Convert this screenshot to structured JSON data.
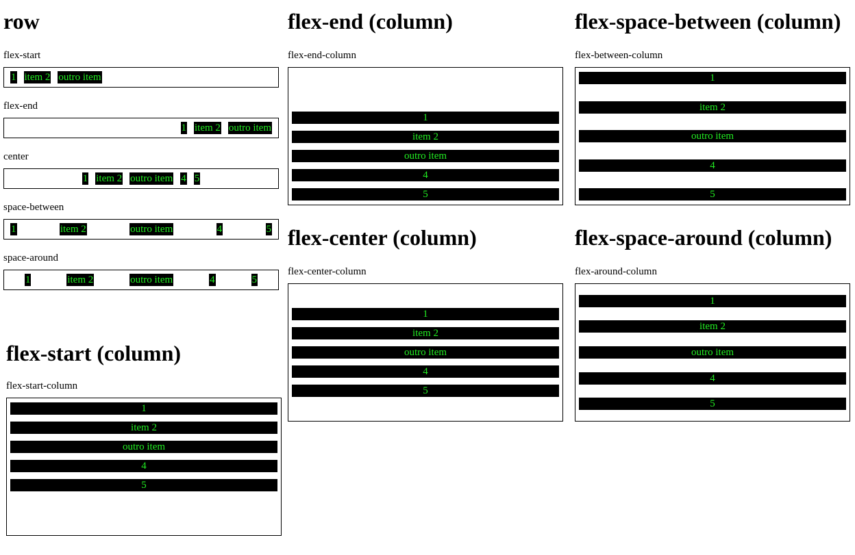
{
  "row": {
    "title": "row",
    "groups": [
      {
        "label": "flex-start",
        "items": [
          "1",
          "item 2",
          "outro item"
        ]
      },
      {
        "label": "flex-end",
        "items": [
          "1",
          "item 2",
          "outro item"
        ]
      },
      {
        "label": "center",
        "items": [
          "1",
          "item 2",
          "outro item",
          "4",
          "5"
        ]
      },
      {
        "label": "space-between",
        "items": [
          "1",
          "item 2",
          "outro item",
          "4",
          "5"
        ]
      },
      {
        "label": "space-around",
        "items": [
          "1",
          "item 2",
          "outro item",
          "4",
          "5"
        ]
      }
    ]
  },
  "columns": {
    "flex_start": {
      "title": "flex-start (column)",
      "label": "flex-start-column",
      "items": [
        "1",
        "item 2",
        "outro item",
        "4",
        "5"
      ]
    },
    "flex_end": {
      "title": "flex-end (column)",
      "label": "flex-end-column",
      "items": [
        "1",
        "item 2",
        "outro item",
        "4",
        "5"
      ]
    },
    "flex_center": {
      "title": "flex-center (column)",
      "label": "flex-center-column",
      "items": [
        "1",
        "item 2",
        "outro item",
        "4",
        "5"
      ]
    },
    "flex_between": {
      "title": "flex-space-between (column)",
      "label": "flex-between-column",
      "items": [
        "1",
        "item 2",
        "outro item",
        "4",
        "5"
      ]
    },
    "flex_around": {
      "title": "flex-space-around (column)",
      "label": "flex-around-column",
      "items": [
        "1",
        "item 2",
        "outro item",
        "4",
        "5"
      ]
    }
  },
  "colors": {
    "item_bg": "#000000",
    "item_text": "#22ee22"
  }
}
